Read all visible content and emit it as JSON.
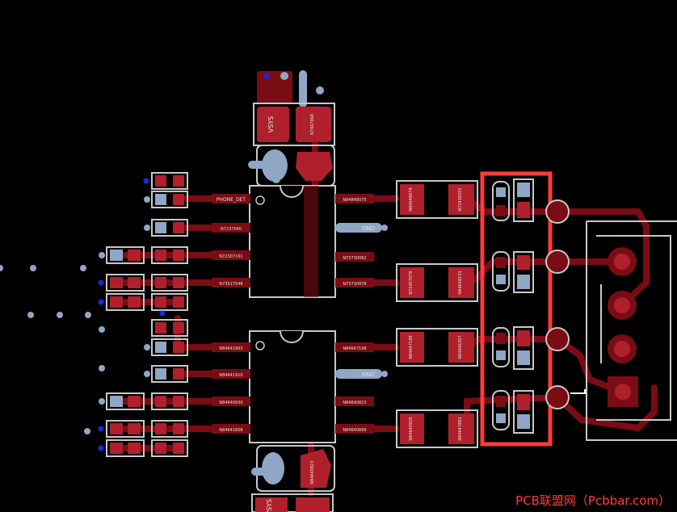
{
  "nets": {
    "vsys": "VSYS",
    "top": "N7467068",
    "u1_left": [
      "PHONE_DET",
      "N7237040",
      "N72307161",
      "N73517548"
    ],
    "u1_right": [
      "N84848075",
      "GND",
      "N73730062",
      "N73730978"
    ],
    "u2_left": [
      "N84641903",
      "N84641910",
      "N84640930",
      "N84641608"
    ],
    "u2_right": [
      "N84647198",
      "GND",
      "N84640823",
      "N84640899"
    ],
    "bottom": "N84640823",
    "r_left": [
      "N84648079",
      "N72457078",
      "N84647199",
      "N84646926"
    ],
    "r_right": [
      "N72438351",
      "N84648233",
      "N84646357",
      "N84647883"
    ],
    "hl_left": [
      "",
      "",
      "",
      ""
    ],
    "hl_right": [
      "",
      "",
      "",
      ""
    ],
    "bot_vsys": "VSYS"
  },
  "colors": {
    "copper": "#7a0c14",
    "pad": "#b0202c",
    "silk": "#c8c8c8",
    "via": "#8fa6c4",
    "highlight": "#ff3b3b"
  },
  "watermark": "PCB联盟网（Pcbbar.com）"
}
